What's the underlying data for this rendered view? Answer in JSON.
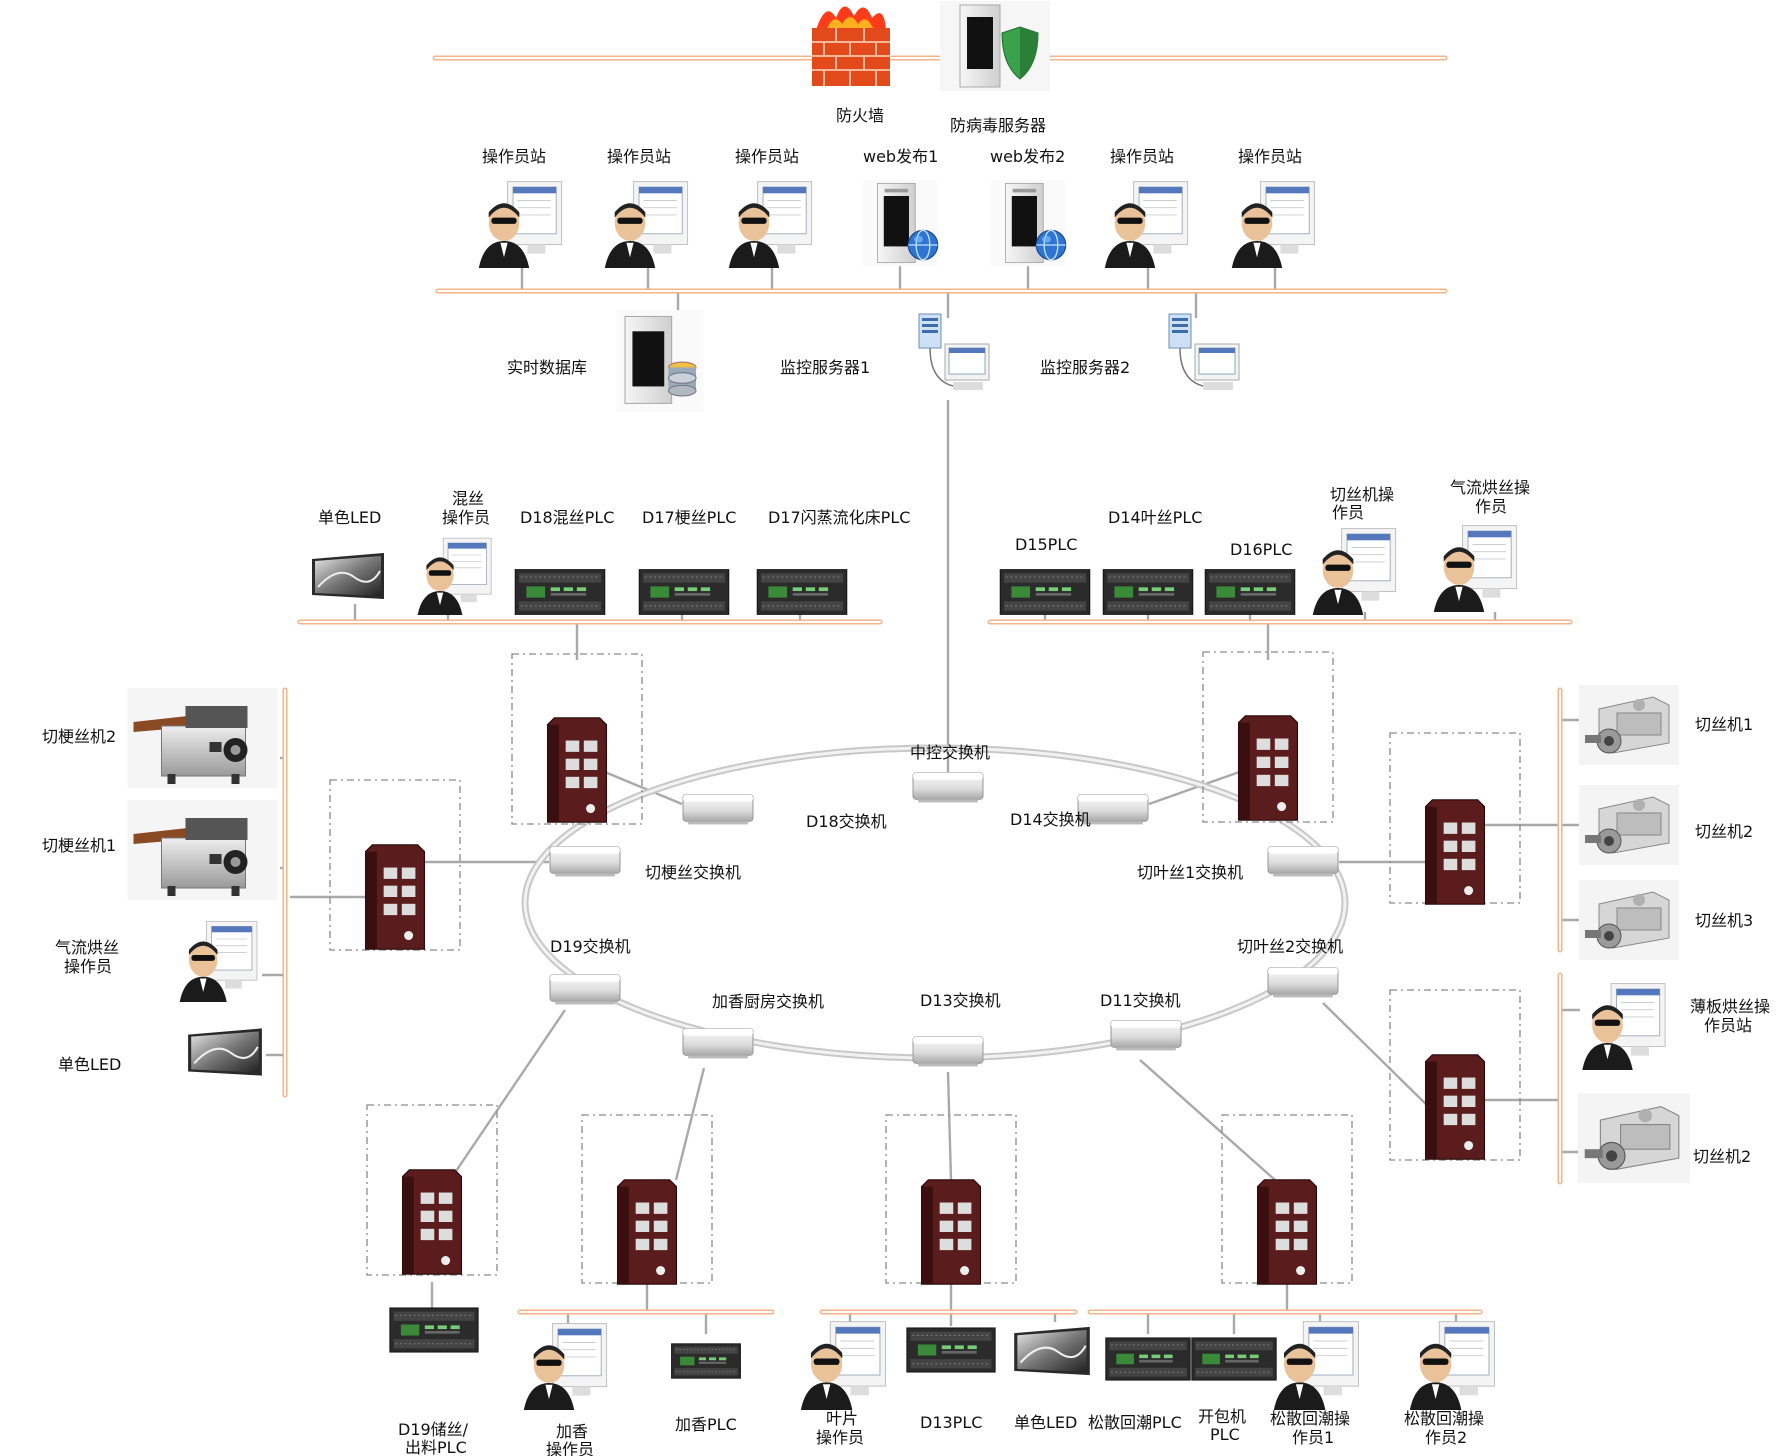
{
  "top": {
    "firewall": "防火墙",
    "antivirus": "防病毒服务器"
  },
  "stations": {
    "op1": "操作员站",
    "op2": "操作员站",
    "op3": "操作员站",
    "web1": "web发布1",
    "web2": "web发布2",
    "op4": "操作员站",
    "op5": "操作员站"
  },
  "servers": {
    "rtdb": "实时数据库",
    "mon1": "监控服务器1",
    "mon2": "监控服务器2"
  },
  "upper_left_bus": {
    "led": "单色LED",
    "mix_op_1": "混丝",
    "mix_op_2": "操作员",
    "d18plc": "D18混丝PLC",
    "d17plc": "D17梗丝PLC",
    "d17flash": "D17闪蒸流化床PLC"
  },
  "upper_right_bus": {
    "d14plc": "D14叶丝PLC",
    "d15plc": "D15PLC",
    "d16plc": "D16PLC",
    "cut_op_1": "切丝机操",
    "cut_op_2": "作员",
    "air_op_1": "气流烘丝操",
    "air_op_2": "作员"
  },
  "ring": {
    "center": "中控交换机",
    "d18": "D18交换机",
    "d14": "D14交换机",
    "stem": "切梗丝交换机",
    "leaf1": "切叶丝1交换机",
    "d19": "D19交换机",
    "leaf2": "切叶丝2交换机",
    "flavor": "加香厨房交换机",
    "d13": "D13交换机",
    "d11": "D11交换机"
  },
  "left_devices": {
    "stem_cutter2": "切梗丝机2",
    "stem_cutter1": "切梗丝机1",
    "air_op_1": "气流烘丝",
    "air_op_2": "操作员",
    "led": "单色LED"
  },
  "right_devices": {
    "cut1": "切丝机1",
    "cut2": "切丝机2",
    "cut3": "切丝机3",
    "plate_op_1": "薄板烘丝操",
    "plate_op_2": "作员站",
    "cut2b": "切丝机2"
  },
  "bottom": {
    "d19plc_1": "D19储丝/",
    "d19plc_2": "出料PLC",
    "flavor_op_1": "加香",
    "flavor_op_2": "操作员",
    "flavor_plc": "加香PLC",
    "leaf_op_1": "叶片",
    "leaf_op_2": "操作员",
    "d13plc": "D13PLC",
    "led": "单色LED",
    "loose_plc": "松散回潮PLC",
    "open_plc_1": "开包机",
    "open_plc_2": "PLC",
    "loose_op1_1": "松散回潮操",
    "loose_op1_2": "作员1",
    "loose_op2_1": "松散回潮操",
    "loose_op2_2": "作员2"
  }
}
